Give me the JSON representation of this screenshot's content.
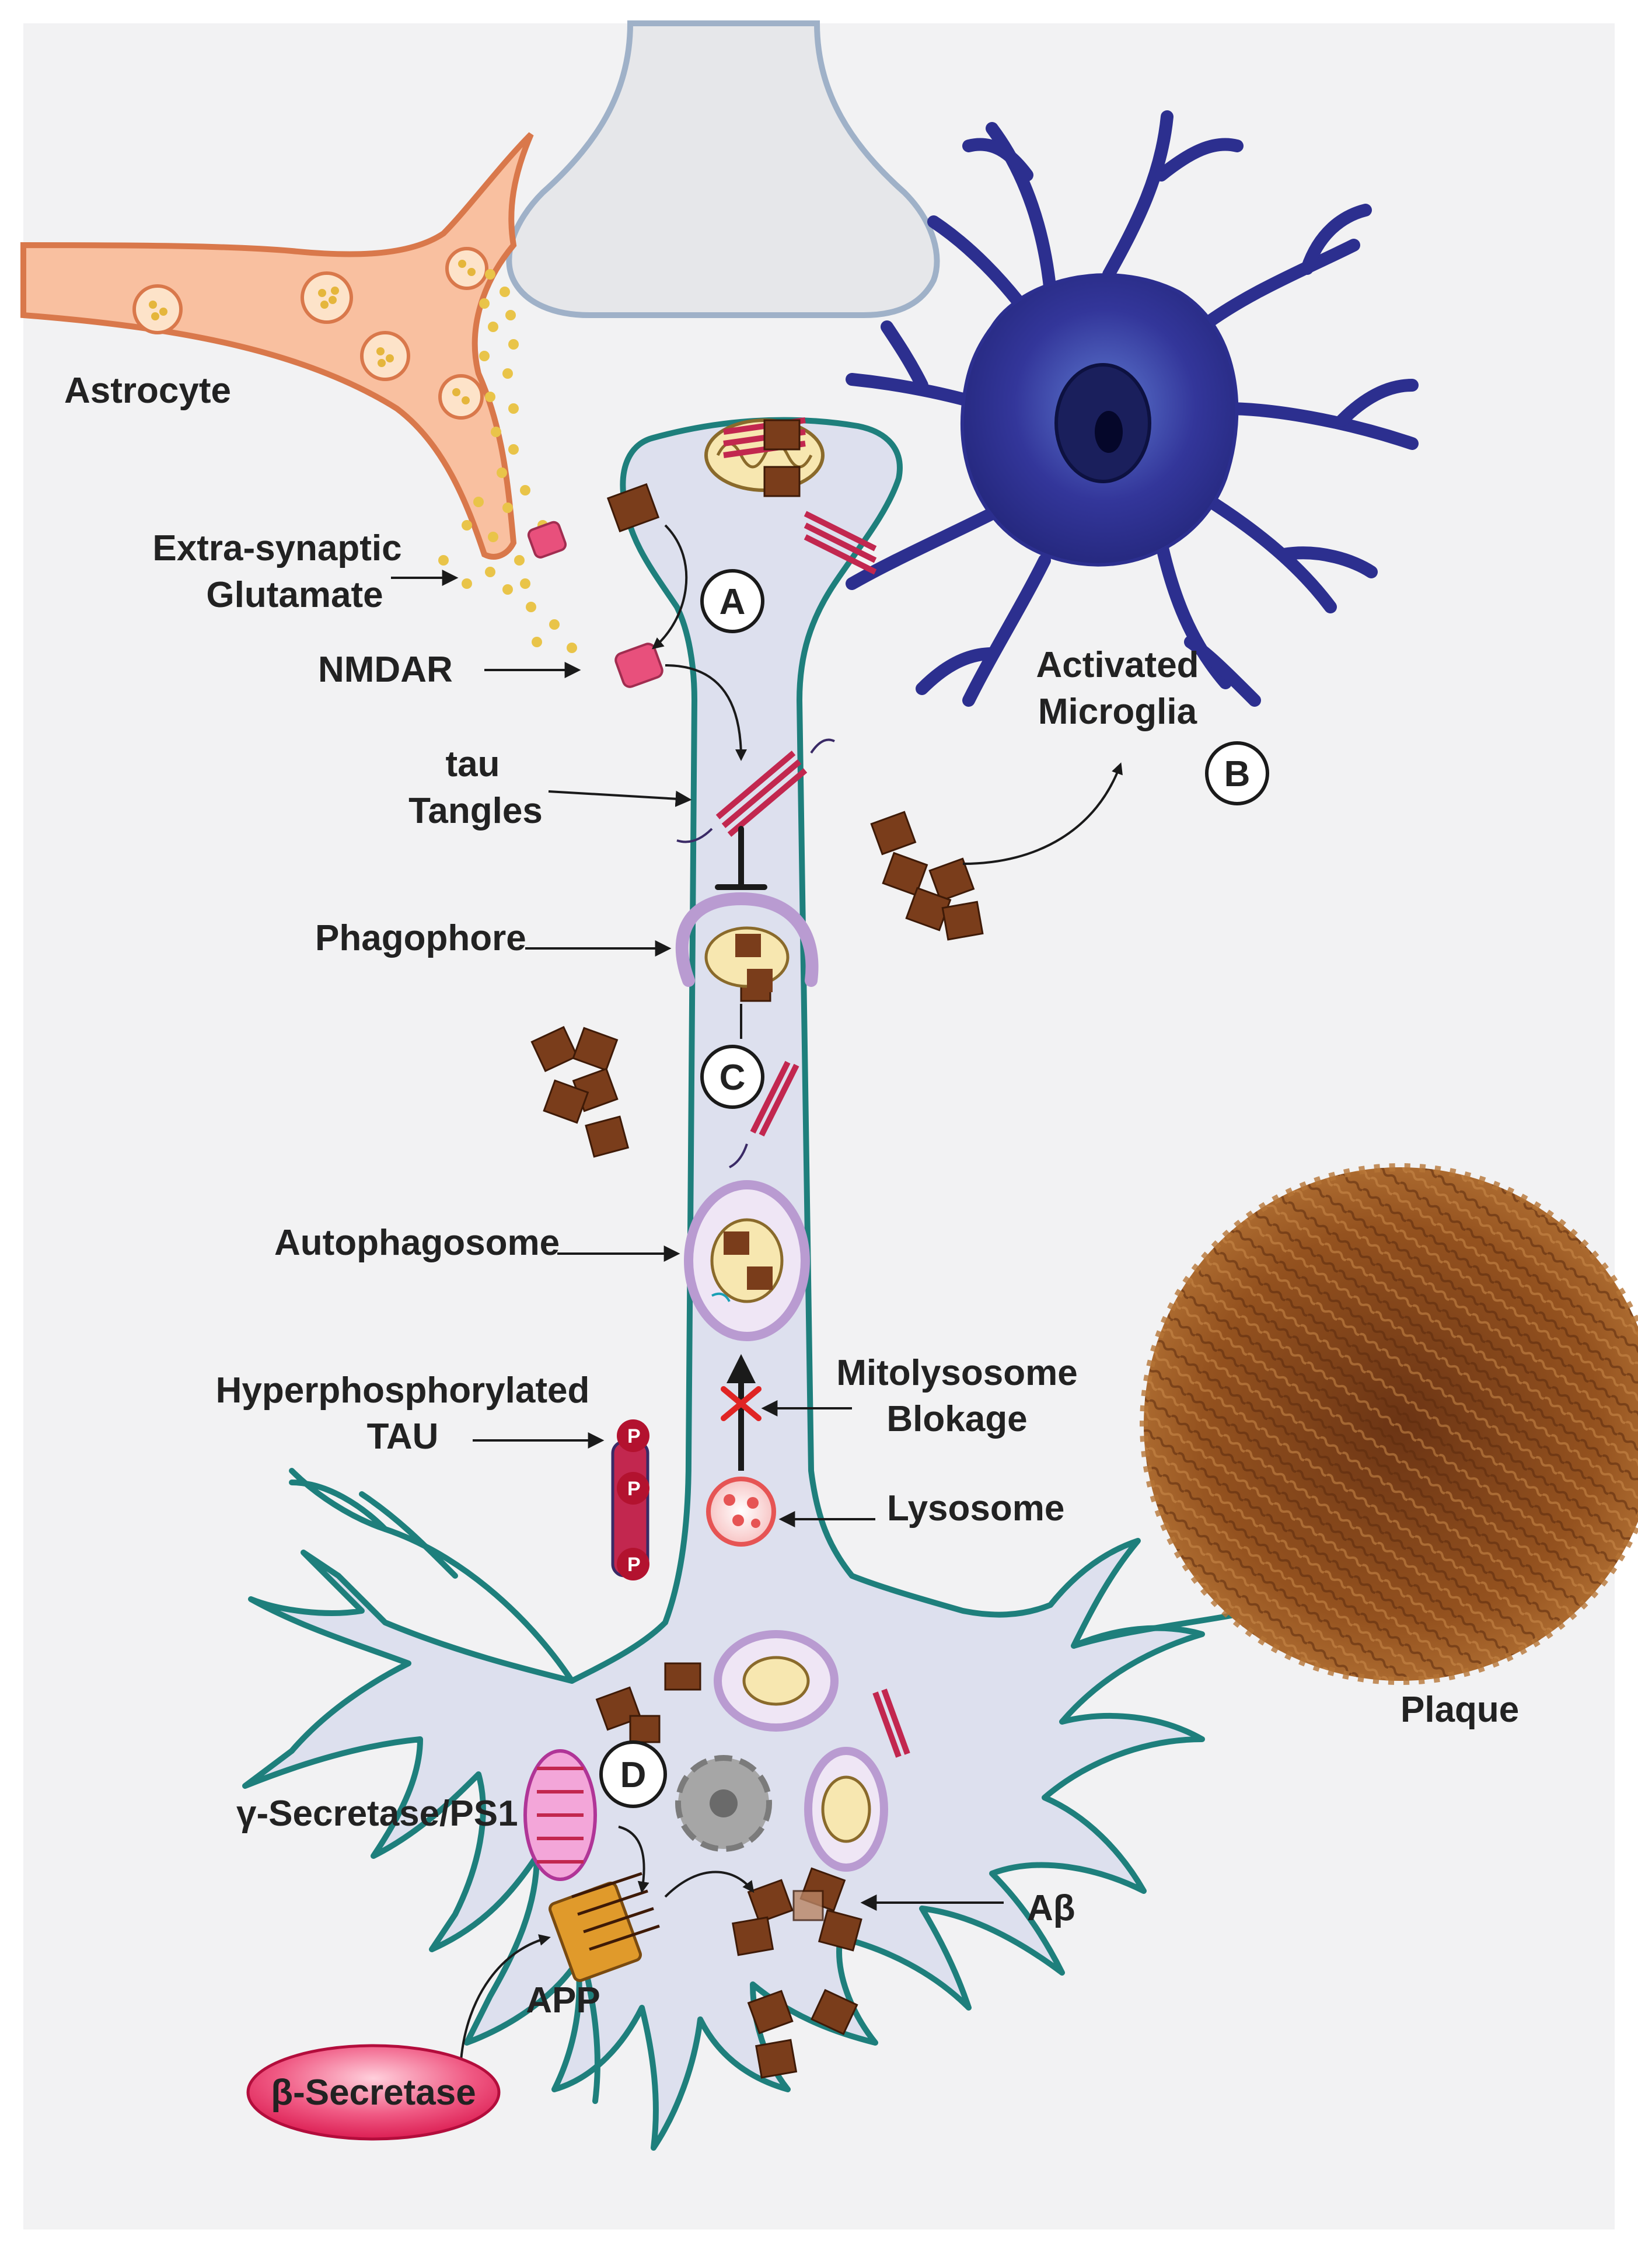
{
  "labels": {
    "astrocyte": "Astrocyte",
    "extra_synaptic_line1": "Extra-synaptic",
    "extra_synaptic_line2": "Glutamate",
    "nmdar": "NMDAR",
    "tau_line1": "tau",
    "tau_line2": "Tangles",
    "phagophore": "Phagophore",
    "autophagosome": "Autophagosome",
    "hyper_line1": "Hyperphosphorylated",
    "hyper_line2": "TAU",
    "gamma_secretase": "γ-Secretase/PS1",
    "app": "APP",
    "beta_secretase": "β-Secretase",
    "activated_microglia_line1": "Activated",
    "activated_microglia_line2": "Microglia",
    "mitolysosome_line1": "Mitolysosome",
    "mitolysosome_line2": "Blokage",
    "lysosome": "Lysosome",
    "plaque": "Plaque",
    "abeta": "Aβ",
    "phospho_marker": "P"
  },
  "steps": {
    "a": "A",
    "b": "B",
    "c": "C",
    "d": "D"
  },
  "colors": {
    "background": "#f2f2f3",
    "neuron_fill": "#dde0ee",
    "neuron_outline": "#1e7f7c",
    "astrocyte_fill": "#f9c0a0",
    "astrocyte_outline": "#d9784b",
    "microglia": "#2c2f8f",
    "presynaptic_fill": "#e6e7ea",
    "presynaptic_outline": "#9fb1c8",
    "beta_secretase": "#e8265f",
    "gamma_secretase": "#f3a6d9",
    "plaque": "#8c4a22",
    "abeta": "#7a3d1b",
    "tau": "#c2274f",
    "inhibition_cross": "#e02424"
  }
}
